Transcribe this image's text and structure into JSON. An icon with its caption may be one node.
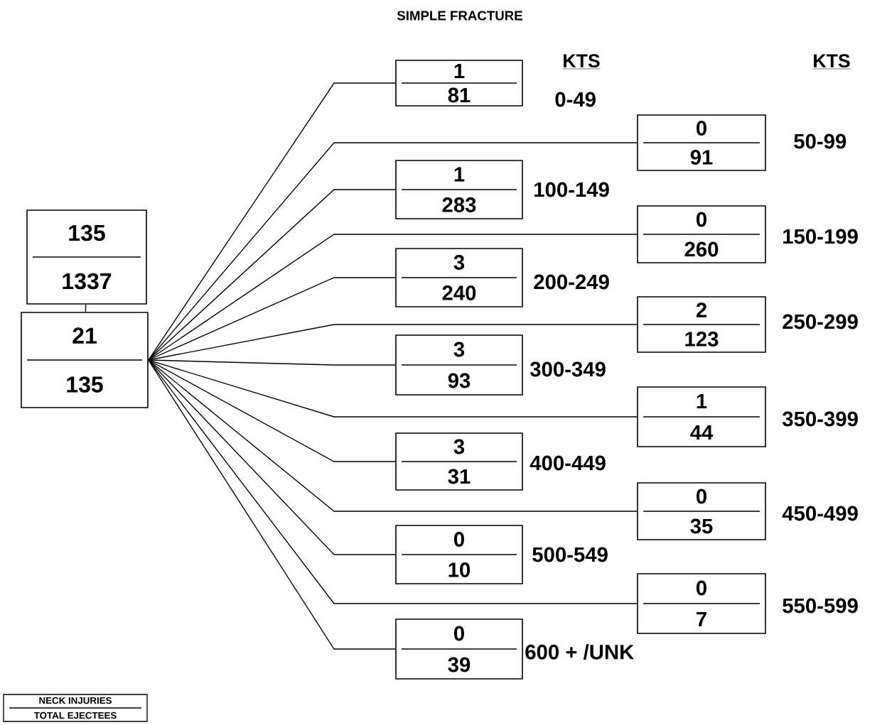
{
  "diagram": {
    "title": "SIMPLE FRACTURE",
    "nodes": [
      {
        "text": [
          "135",
          "1337"
        ]
      },
      {
        "text": [
          "21",
          "135"
        ]
      },
      {
        "text": [
          "1",
          "81"
        ],
        "beside": [
          "0-49"
        ]
      },
      {
        "text": [
          "0",
          "91"
        ],
        "beside": [
          "50-99"
        ]
      },
      {
        "text": [
          "1",
          "283"
        ],
        "beside": [
          "100-149"
        ]
      },
      {
        "text": [
          "0",
          "260"
        ],
        "beside": [
          "150-199"
        ]
      },
      {
        "text": [
          "3",
          "240"
        ],
        "beside": [
          "200-249"
        ]
      },
      {
        "text": [
          "2",
          "123"
        ],
        "beside": [
          "250-299"
        ]
      },
      {
        "text": [
          "3",
          "93"
        ],
        "beside": [
          "300-349"
        ]
      },
      {
        "text": [
          "1",
          "44"
        ],
        "beside": [
          "350-399"
        ]
      },
      {
        "text": [
          "3",
          "31"
        ],
        "beside": [
          "400-449"
        ]
      },
      {
        "text": [
          "0",
          "35"
        ],
        "beside": [
          "450-499"
        ]
      },
      {
        "text": [
          "0",
          "10"
        ],
        "beside": [
          "500-549"
        ]
      },
      {
        "text": [
          "0",
          "7"
        ],
        "beside": [
          "550-599"
        ]
      },
      {
        "text": [
          "0",
          "39"
        ],
        "beside": [
          "600 + /UNK"
        ]
      },
      {
        "text": [
          "NECK INJURIES",
          "TOTAL EJECTEES"
        ]
      }
    ],
    "edges": [
      {
        "from": 0,
        "to": 1,
        "arrow": "none"
      },
      {
        "from": 1,
        "to": 2,
        "arrow": "none"
      },
      {
        "from": 1,
        "to": 3,
        "arrow": "none"
      },
      {
        "from": 1,
        "to": 4,
        "arrow": "none"
      },
      {
        "from": 1,
        "to": 5,
        "arrow": "none"
      },
      {
        "from": 1,
        "to": 6,
        "arrow": "none"
      },
      {
        "from": 1,
        "to": 7,
        "arrow": "none"
      },
      {
        "from": 1,
        "to": 8,
        "arrow": "none"
      },
      {
        "from": 1,
        "to": 9,
        "arrow": "none"
      },
      {
        "from": 1,
        "to": 10,
        "arrow": "none"
      },
      {
        "from": 1,
        "to": 11,
        "arrow": "none"
      },
      {
        "from": 1,
        "to": 12,
        "arrow": "none"
      },
      {
        "from": 1,
        "to": 13,
        "arrow": "none"
      },
      {
        "from": 1,
        "to": 14,
        "arrow": "none"
      }
    ],
    "labels": [
      "KTS",
      "KTS"
    ]
  }
}
